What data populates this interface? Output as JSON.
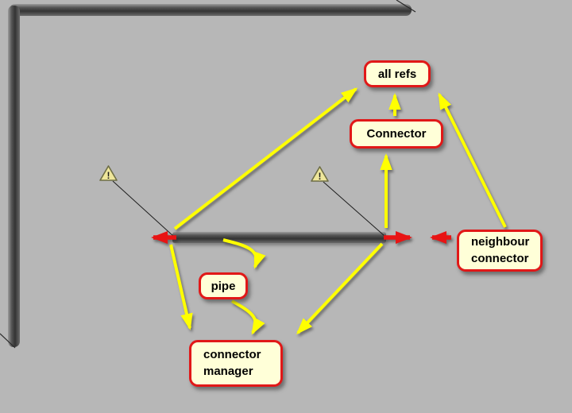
{
  "diagram": {
    "description": "piping connector relationship diagram overlay",
    "colors": {
      "background": "#b7b7b7",
      "node_fill": "#ffffd8",
      "node_border": "#e11818",
      "relation_arrow": "#ffff00",
      "connector_arrow": "#e81414",
      "pipe_dark": "#3a3a3a"
    },
    "nodes": {
      "all_refs": {
        "label": "all refs"
      },
      "connector": {
        "label": "Connector"
      },
      "neighbour_connector": {
        "line1": "neighbour",
        "line2": "connector"
      },
      "pipe": {
        "label": "pipe"
      },
      "connector_manager": {
        "line1": "connector",
        "line2": "manager"
      }
    },
    "icons": {
      "warning_glyph": "!"
    },
    "edges": [
      {
        "from": "pipe-segment-left-end",
        "to": "all refs",
        "color": "yellow"
      },
      {
        "from": "Connector",
        "to": "all refs",
        "color": "yellow"
      },
      {
        "from": "pipe-segment-right-end",
        "to": "Connector",
        "color": "yellow"
      },
      {
        "from": "neighbour connector",
        "to": "all refs",
        "color": "yellow"
      },
      {
        "from": "pipe-segment",
        "to": "pipe",
        "color": "yellow"
      },
      {
        "from": "pipe",
        "to": "connector manager",
        "color": "yellow"
      },
      {
        "from": "pipe-segment-left-end",
        "to": "connector manager",
        "color": "yellow"
      },
      {
        "from": "pipe-segment-right-end",
        "to": "connector manager",
        "color": "yellow"
      }
    ]
  }
}
